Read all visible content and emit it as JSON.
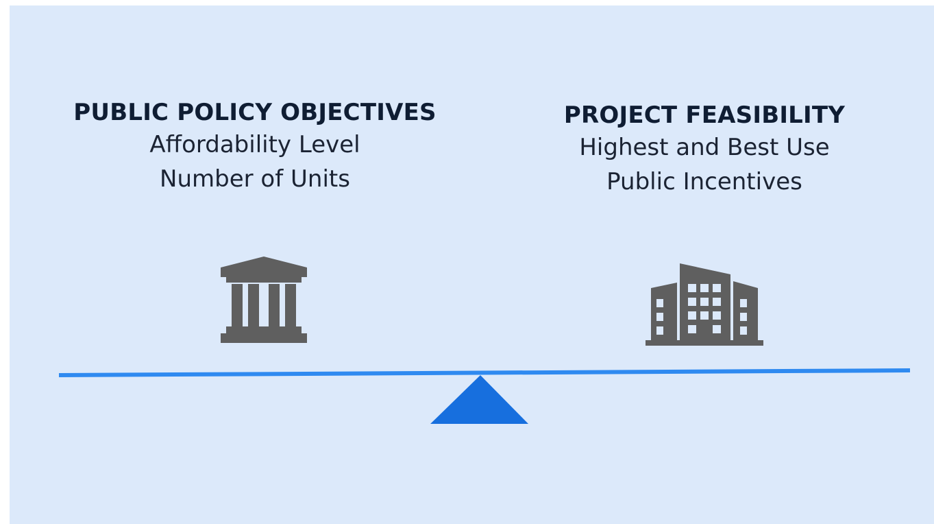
{
  "left": {
    "title": "PUBLIC POLICY OBJECTIVES",
    "lines": [
      "Affordability Level",
      "Number of Units"
    ],
    "icon": "government-building-icon"
  },
  "right": {
    "title": "PROJECT FEASIBILITY",
    "lines": [
      "Highest and Best Use",
      "Public Incentives"
    ],
    "icon": "city-buildings-icon"
  },
  "colors": {
    "background": "#dce9fa",
    "beam": "#2f8af0",
    "fulcrum": "#176fde",
    "icons": "#5f5f5f",
    "text": "#0f1d33"
  }
}
